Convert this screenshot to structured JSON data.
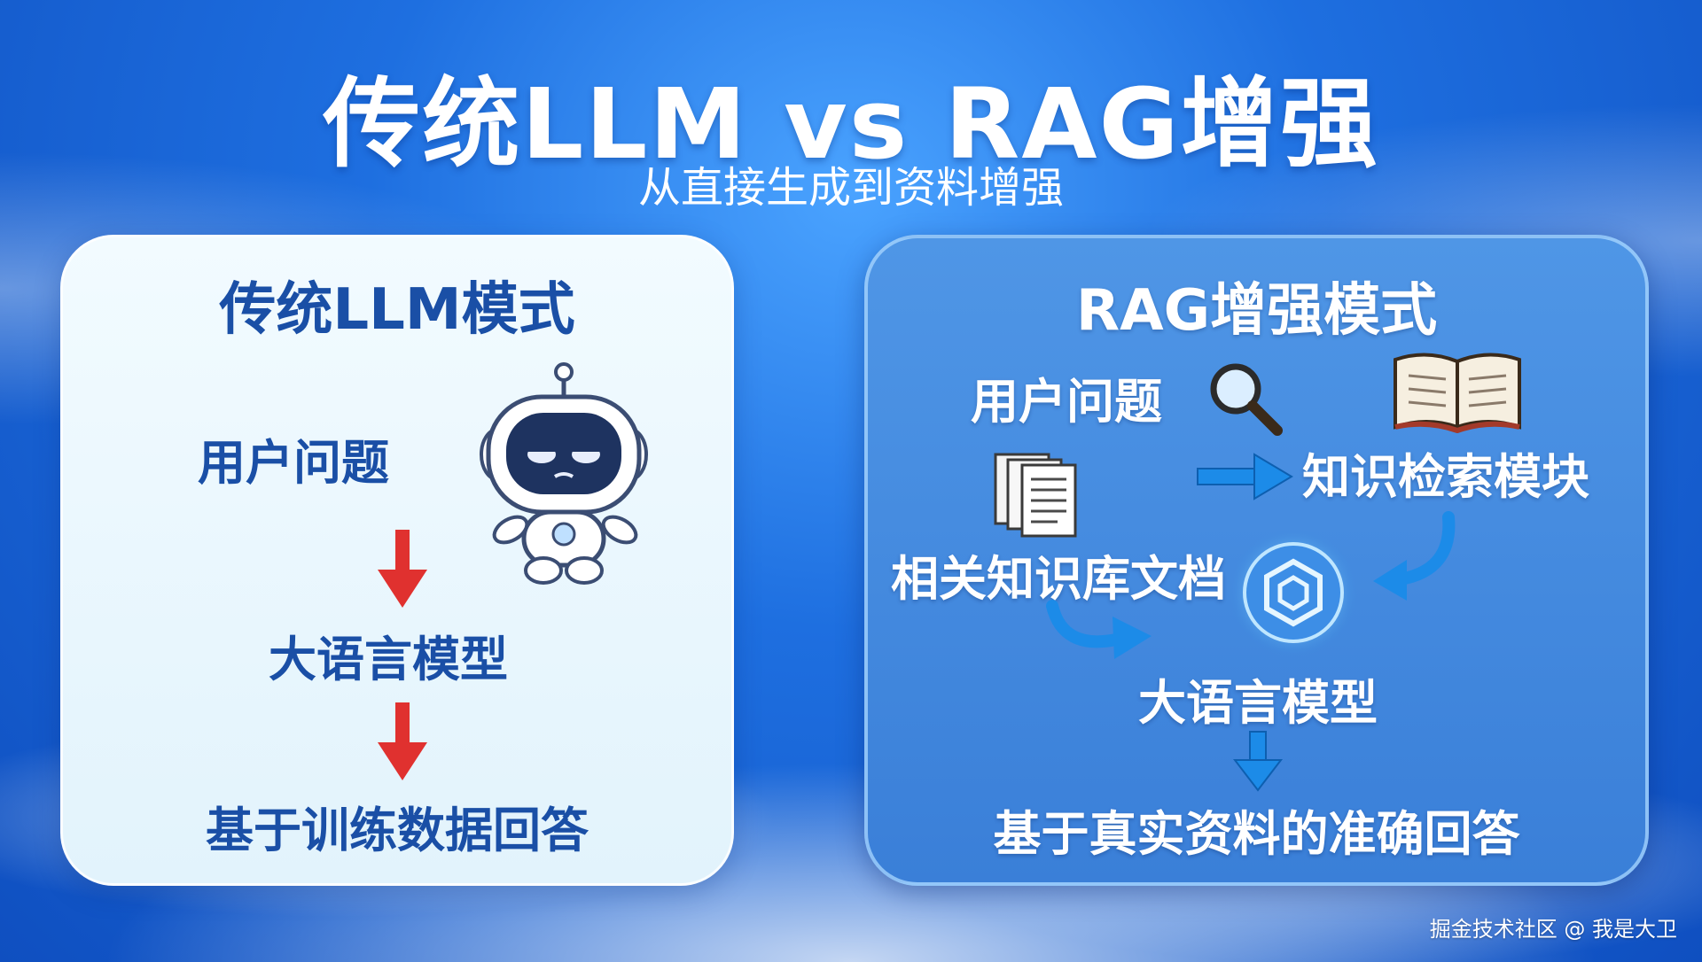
{
  "header": {
    "title": "传统LLM vs RAG增强",
    "subtitle": "从直接生成到资料增强"
  },
  "left_panel": {
    "title": "传统LLM模式",
    "steps": [
      "用户问题",
      "大语言模型",
      "基于训练数据回答"
    ]
  },
  "right_panel": {
    "title": "RAG增强模式",
    "user_question": "用户问题",
    "retrieval_module": "知识检索模块",
    "kb_documents": "相关知识库文档",
    "llm": "大语言模型",
    "answer": "基于真实资料的准确回答"
  },
  "colors": {
    "left_text": "#1a4fa6",
    "left_arrow": "#e0312f",
    "right_arrow": "#1c8be8"
  },
  "watermark": "掘金技术社区 @ 我是大卫",
  "icons": [
    "robot-icon",
    "magnifier-icon",
    "book-icon",
    "documents-icon",
    "llm-core-icon"
  ]
}
